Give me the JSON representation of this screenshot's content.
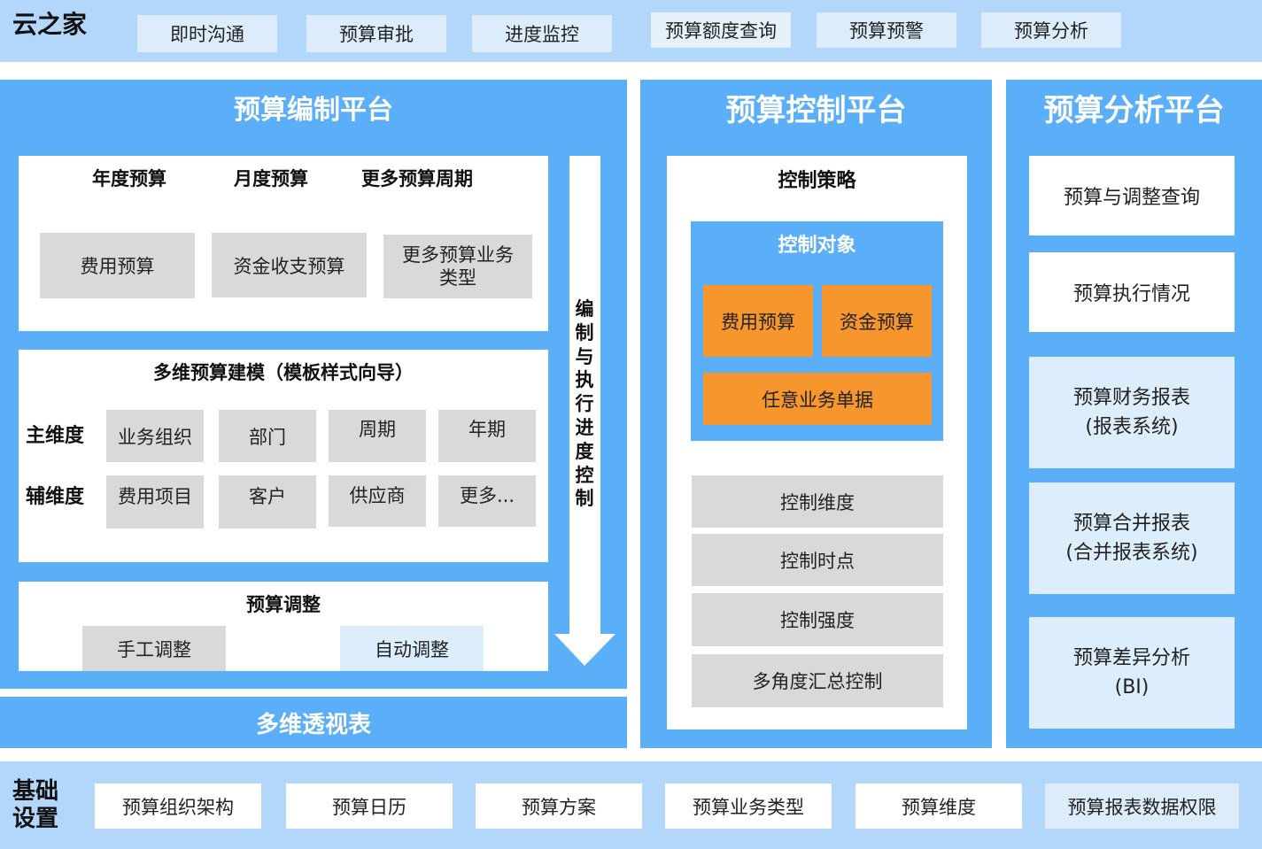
{
  "top": {
    "home": "云之家",
    "nav": [
      "即时沟通",
      "预算审批",
      "进度监控",
      "预算额度查询",
      "预算预警",
      "预算分析"
    ]
  },
  "compile": {
    "title": "预算编制平台",
    "periods": [
      "年度预算",
      "月度预算",
      "更多预算周期"
    ],
    "budget_types": [
      "费用预算",
      "资金收支预算",
      "更多预算业务类型"
    ],
    "modeling_title": "多维预算建模（模板样式向导）",
    "main_dim_label": "主维度",
    "main_dims": [
      "业务组织",
      "部门",
      "周期",
      "年期"
    ],
    "aux_dim_label": "辅维度",
    "aux_dims": [
      "费用项目",
      "客户",
      "供应商",
      "更多..."
    ],
    "adjust_title": "预算调整",
    "adjust_items": [
      "手工调整",
      "自动调整"
    ],
    "arrow_label": "编制与执行进度控制",
    "pivot": "多维透视表"
  },
  "control": {
    "title": "预算控制平台",
    "strategy": "控制策略",
    "object_title": "控制对象",
    "objects": [
      "费用预算",
      "资金预算",
      "任意业务单据"
    ],
    "items": [
      "控制维度",
      "控制时点",
      "控制强度",
      "多角度汇总控制"
    ]
  },
  "analysis": {
    "title": "预算分析平台",
    "items": [
      {
        "line1": "预算与调整查询",
        "line2": ""
      },
      {
        "line1": "预算执行情况",
        "line2": ""
      },
      {
        "line1": "预算财务报表",
        "line2": "(报表系统)"
      },
      {
        "line1": "预算合并报表",
        "line2": "(合并报表系统)"
      },
      {
        "line1": "预算差异分析",
        "line2": "(BI)"
      }
    ]
  },
  "base": {
    "label": "基础设置",
    "items": [
      "预算组织架构",
      "预算日历",
      "预算方案",
      "预算业务类型",
      "预算维度",
      "预算报表数据权限"
    ]
  }
}
